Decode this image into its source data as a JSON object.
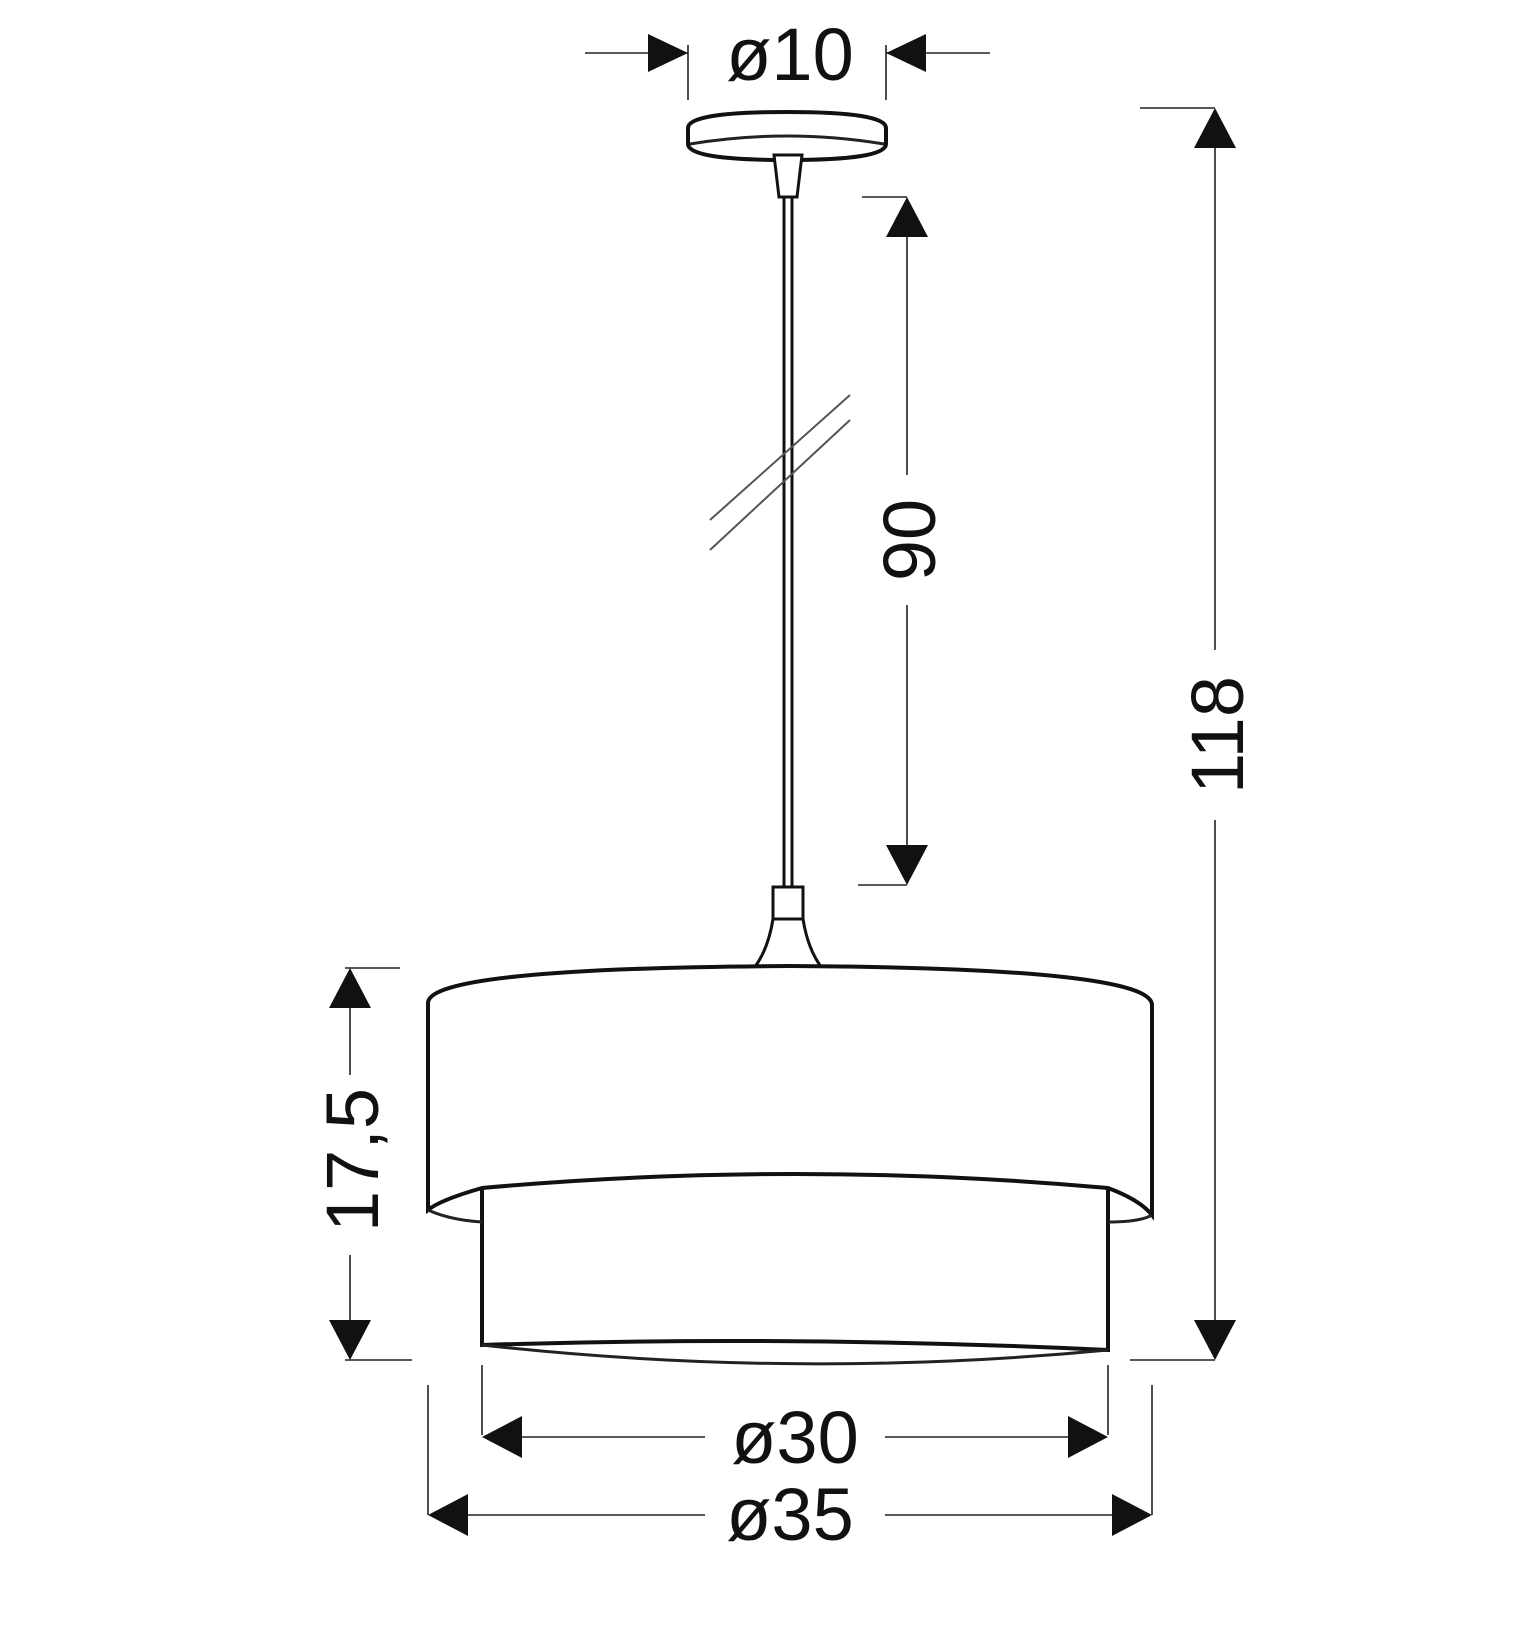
{
  "title": "Pendant lamp dimension drawing",
  "dimensions": {
    "canopy_diameter": "ø10",
    "cord_length": "90",
    "total_height": "118",
    "shade_height": "17,5",
    "inner_shade_diameter": "ø30",
    "outer_shade_diameter": "ø35"
  },
  "colors": {
    "line": "#111111",
    "background": "#ffffff"
  }
}
